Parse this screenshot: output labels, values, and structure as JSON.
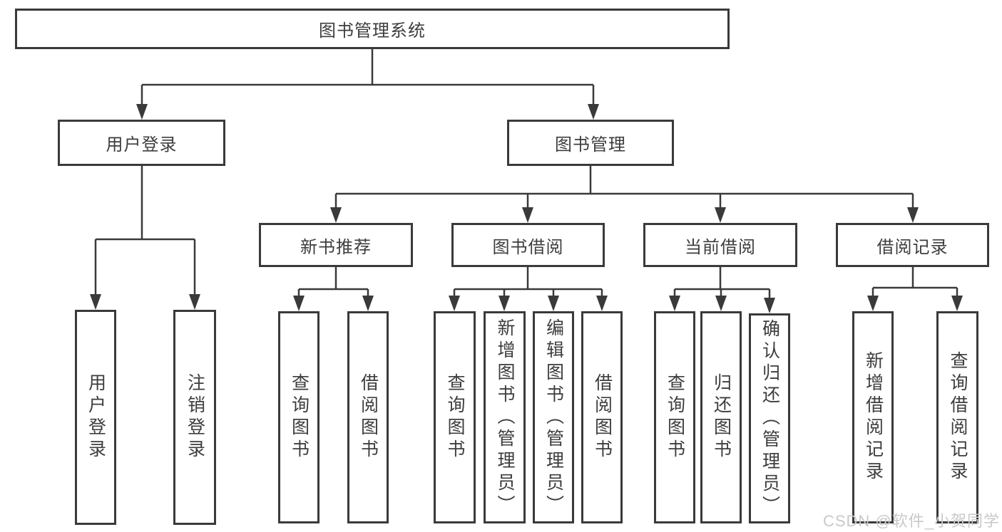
{
  "diagram": {
    "root": {
      "label": "图书管理系统"
    },
    "level2": [
      {
        "label": "用户登录"
      },
      {
        "label": "图书管理"
      }
    ],
    "user_children": [
      {
        "label": "用户登录"
      },
      {
        "label": "注销登录"
      }
    ],
    "level3": [
      {
        "label": "新书推荐"
      },
      {
        "label": "图书借阅"
      },
      {
        "label": "当前借阅"
      },
      {
        "label": "借阅记录"
      }
    ],
    "newbook_children": [
      {
        "label": "查询图书"
      },
      {
        "label": "借阅图书"
      }
    ],
    "borrow_children": [
      {
        "label": "查询图书"
      },
      {
        "label": "新增图书（管理员）"
      },
      {
        "label": "编辑图书（管理员）"
      },
      {
        "label": "借阅图书"
      }
    ],
    "current_children": [
      {
        "label": "查询图书"
      },
      {
        "label": "归还图书"
      },
      {
        "label": "确认归还（管理员）"
      }
    ],
    "record_children": [
      {
        "label": "新增借阅记录"
      },
      {
        "label": "查询借阅记录"
      }
    ]
  },
  "colors": {
    "line": "#3a3a3a",
    "text": "#3d3d3d",
    "watermark": "#c9c9c9"
  },
  "watermark": "CSDN @软件_小贺同学"
}
